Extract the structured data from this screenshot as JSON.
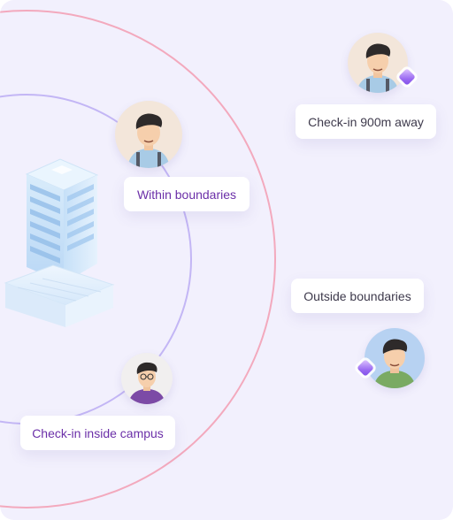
{
  "labels": {
    "within": "Within boundaries",
    "checkin_away": "Check-in 900m away",
    "outside": "Outside boundaries",
    "checkin_campus": "Check-in inside campus"
  },
  "colors": {
    "background": "#f2f0fd",
    "outer_ring": "#f3a9bd",
    "inner_ring": "#c3b6f5",
    "accent_purple": "#6b2fa8",
    "text_gray": "#3e3a4c"
  },
  "icons": {
    "building": "office-building-icon",
    "location_marker": "diamond-marker-icon"
  }
}
